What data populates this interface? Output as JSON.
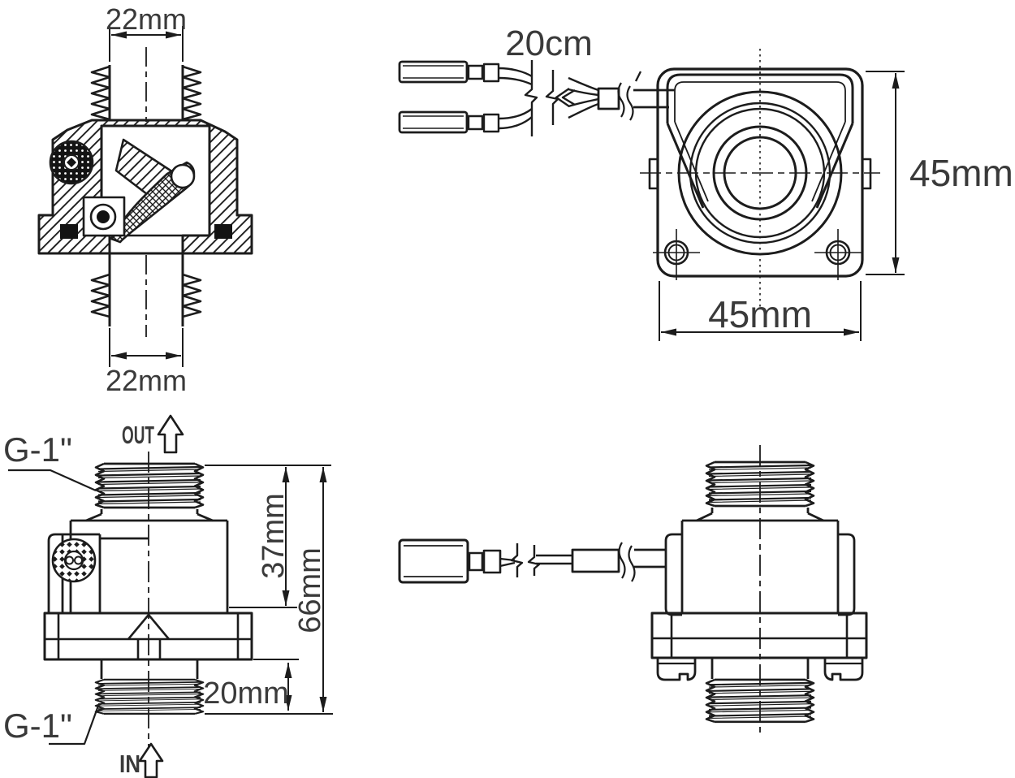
{
  "colors": {
    "line": "#1c1c1c",
    "text": "#3a3a3a",
    "background": "#ffffff"
  },
  "views": {
    "cross_section": {
      "dim_width_top": "22mm",
      "dim_width_bottom": "22mm"
    },
    "top": {
      "cable_length": "20cm",
      "dim_height": "45mm",
      "dim_width": "45mm"
    },
    "side": {
      "thread_top": "G-1\"",
      "flow_out": "OUT",
      "dim_upper_body": "37mm",
      "dim_overall": "66mm",
      "dim_thread_length": "20mm",
      "thread_bottom": "G-1\"",
      "flow_in": "IN"
    }
  }
}
